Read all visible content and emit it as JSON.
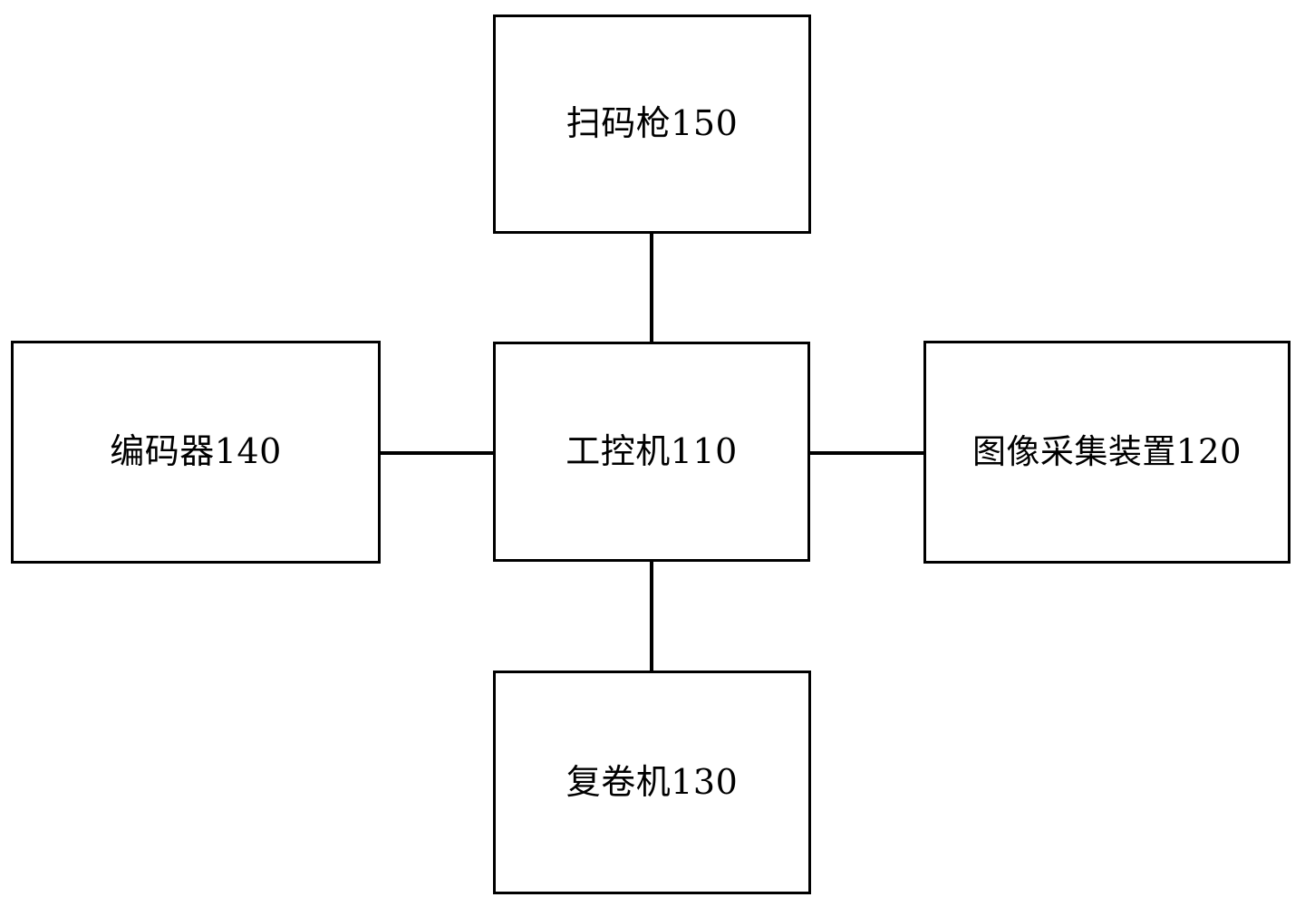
{
  "diagram": {
    "type": "block-diagram",
    "background_color": "#ffffff",
    "line_color": "#000000",
    "text_color": "#000000",
    "nodes": [
      {
        "id": "scanner",
        "label": "扫码枪150",
        "reference_number": "150",
        "position": "top"
      },
      {
        "id": "encoder",
        "label": "编码器140",
        "reference_number": "140",
        "position": "left"
      },
      {
        "id": "ipc",
        "label": "工控机110",
        "reference_number": "110",
        "position": "center"
      },
      {
        "id": "imaging",
        "label": "图像采集装置120",
        "reference_number": "120",
        "position": "right"
      },
      {
        "id": "rewinder",
        "label": "复卷机130",
        "reference_number": "130",
        "position": "bottom"
      }
    ],
    "connections": [
      {
        "id": "scanner-ipc",
        "from": "scanner",
        "to": "ipc",
        "orientation": "vertical"
      },
      {
        "id": "encoder-ipc",
        "from": "encoder",
        "to": "ipc",
        "orientation": "horizontal"
      },
      {
        "id": "ipc-imaging",
        "from": "ipc",
        "to": "imaging",
        "orientation": "horizontal"
      },
      {
        "id": "ipc-rewinder",
        "from": "ipc",
        "to": "rewinder",
        "orientation": "vertical"
      }
    ]
  }
}
